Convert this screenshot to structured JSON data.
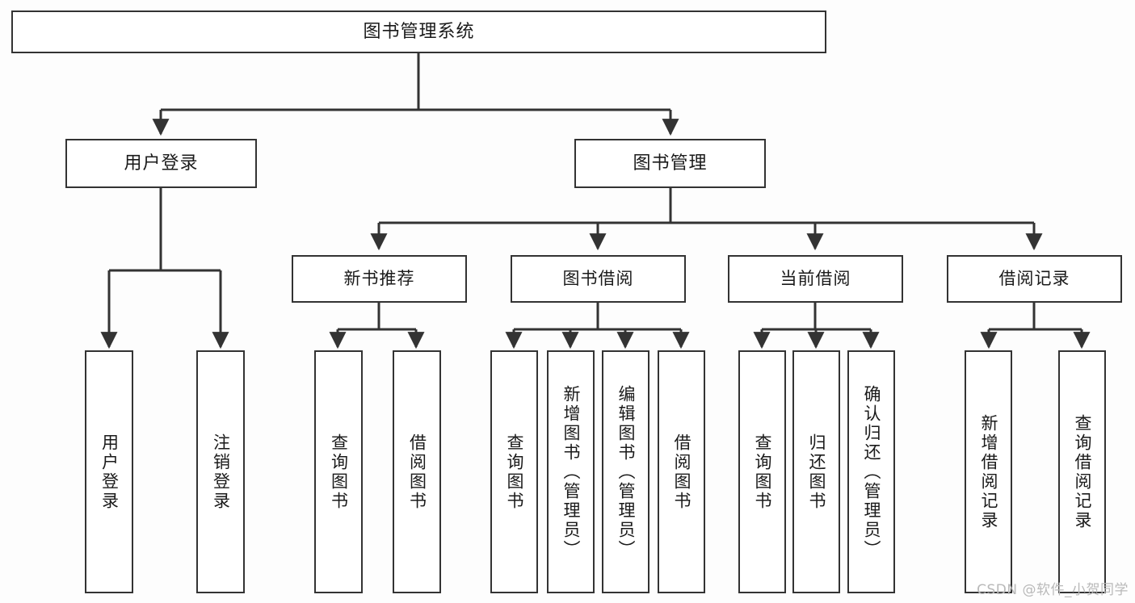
{
  "diagram": {
    "title": "图书管理系统",
    "background_color": "#fdfdfd",
    "line_color": "#333333",
    "nodes": {
      "root": {
        "label": "图书管理系统"
      },
      "level2": [
        {
          "id": "user-login",
          "label": "用户登录"
        },
        {
          "id": "book-manage",
          "label": "图书管理"
        }
      ],
      "level3": [
        {
          "id": "new-book-recommend",
          "label": "新书推荐"
        },
        {
          "id": "book-borrow",
          "label": "图书借阅"
        },
        {
          "id": "current-borrow",
          "label": "当前借阅"
        },
        {
          "id": "borrow-record",
          "label": "借阅记录"
        }
      ],
      "leaves": {
        "user-login": [
          {
            "id": "leaf-user-login",
            "label": "用户登录"
          },
          {
            "id": "leaf-logout-login",
            "label": "注销登录"
          }
        ],
        "new-book-recommend": [
          {
            "id": "leaf-query-book-1",
            "label": "查询图书"
          },
          {
            "id": "leaf-borrow-book-1",
            "label": "借阅图书"
          }
        ],
        "book-borrow": [
          {
            "id": "leaf-query-book-2",
            "label": "查询图书"
          },
          {
            "id": "leaf-add-book",
            "label": "新增图书（管理员）"
          },
          {
            "id": "leaf-edit-book",
            "label": "编辑图书（管理员）"
          },
          {
            "id": "leaf-borrow-book-2",
            "label": "借阅图书"
          }
        ],
        "current-borrow": [
          {
            "id": "leaf-query-book-3",
            "label": "查询图书"
          },
          {
            "id": "leaf-return-book",
            "label": "归还图书"
          },
          {
            "id": "leaf-confirm-return",
            "label": "确认归还（管理员）"
          }
        ],
        "borrow-record": [
          {
            "id": "leaf-add-record",
            "label": "新增借阅记录"
          },
          {
            "id": "leaf-query-record",
            "label": "查询借阅记录"
          }
        ]
      }
    },
    "watermark": "CSDN @软件_小贺同学"
  }
}
